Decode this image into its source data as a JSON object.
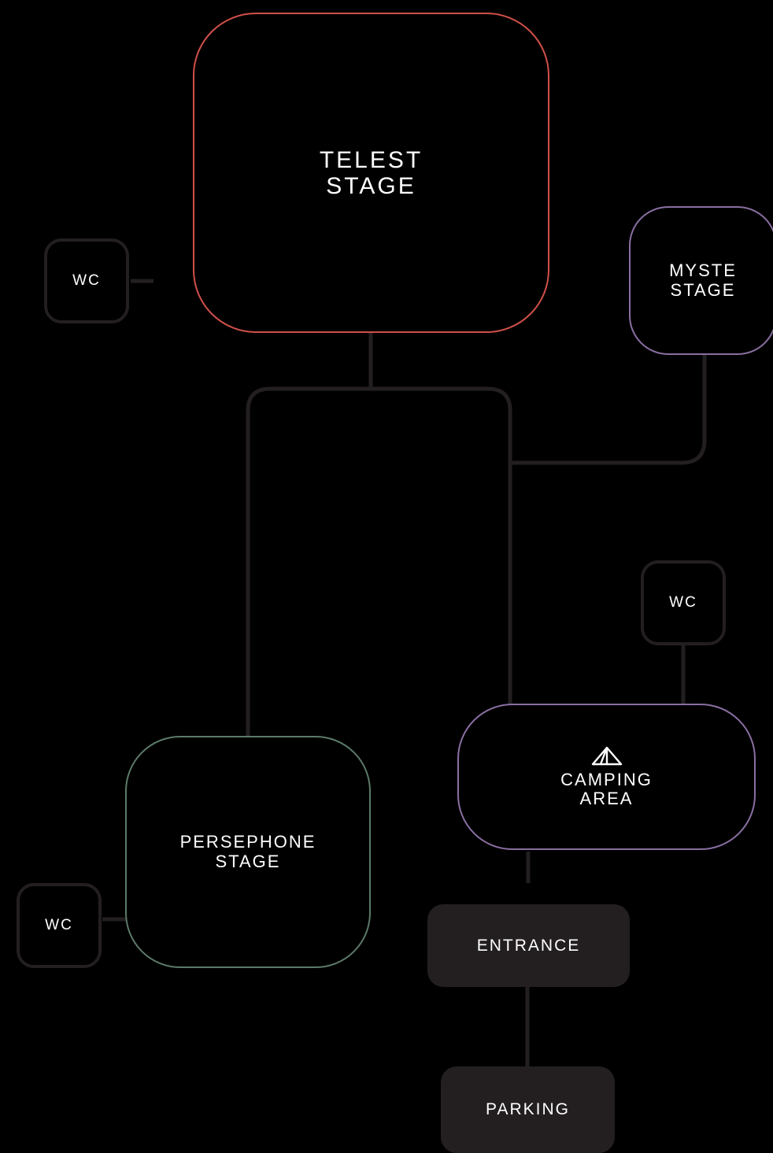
{
  "colors": {
    "background": "#000000",
    "path": "#231f20",
    "telest": "#d0504a",
    "myste": "#8a6fa2",
    "persephone": "#5c7a6a",
    "camping": "#8a6fa2",
    "text": "#ffffff"
  },
  "stages": {
    "telest": {
      "line1": "TELEST",
      "line2": "STAGE"
    },
    "myste": {
      "line1": "MYSTE",
      "line2": "STAGE"
    },
    "persephone": {
      "line1": "PERSEPHONE",
      "line2": "STAGE"
    }
  },
  "camping": {
    "icon": "tent-icon",
    "line1": "CAMPING",
    "line2": "AREA"
  },
  "entrance": {
    "label": "ENTRANCE"
  },
  "parking": {
    "label": "PARKiNG"
  },
  "wc": [
    {
      "label": "WC"
    },
    {
      "label": "WC"
    },
    {
      "label": "WC"
    }
  ]
}
